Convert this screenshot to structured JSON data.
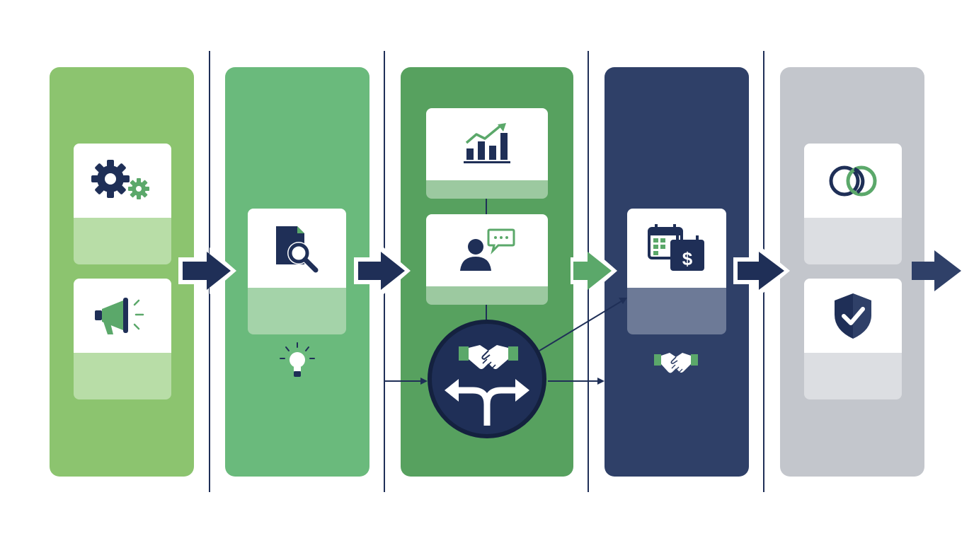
{
  "diagram": {
    "stages": [
      {
        "name": "stage-1",
        "color": "#8cc46f",
        "icons": [
          "gears-icon",
          "megaphone-icon"
        ]
      },
      {
        "name": "stage-2",
        "color": "#6aba7c",
        "icons": [
          "document-search-icon",
          "lightbulb-icon"
        ]
      },
      {
        "name": "stage-3",
        "color": "#57a15f",
        "icons": [
          "growth-chart-icon",
          "person-chat-icon",
          "handshake-icon",
          "split-arrows-icon"
        ]
      },
      {
        "name": "stage-4",
        "color": "#2f4068",
        "icons": [
          "calendar-dollar-icon",
          "handshake-icon"
        ]
      },
      {
        "name": "stage-5",
        "color": "#c3c6cc",
        "icons": [
          "linked-rings-icon",
          "shield-check-icon"
        ]
      }
    ],
    "colors": {
      "navy": "#1f2f57",
      "green": "#5ba86a",
      "light_green": "#8cc46f",
      "gray": "#c3c6cc"
    }
  }
}
